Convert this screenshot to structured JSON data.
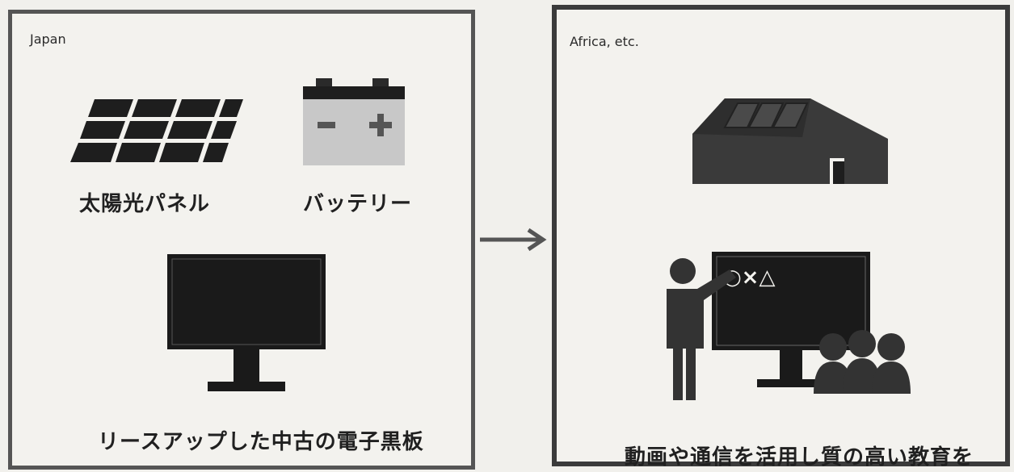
{
  "left_panel": {
    "region_label": "Japan",
    "solar_panel_label": "太陽光パネル",
    "battery_label": "バッテリー",
    "blackboard_label": "リースアップした中古の電子黒板"
  },
  "right_panel": {
    "region_label": "Africa, etc.",
    "board_text": "○×△",
    "caption": "動画や通信を活用し質の高い教育を"
  },
  "colors": {
    "border": "#555555",
    "icon_dark": "#1e1e1e",
    "battery_body": "#c8c8c8",
    "screen": "#1a1a1a",
    "background": "#f1f0ec"
  }
}
